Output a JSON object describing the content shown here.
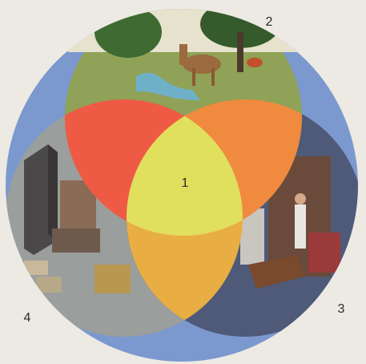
{
  "labels": {
    "center": "1",
    "top_right": "2",
    "bottom_right": "3",
    "bottom_left": "4"
  },
  "colors": {
    "paper": "#eceae3",
    "outer_circle": "#7b99cf",
    "nature_scene": "#8fa257",
    "city_scene": "#9a9e9c",
    "interior_scene": "#4f5a78",
    "overlap_red": "#ef5a45",
    "overlap_orange": "#f08a3e",
    "overlap_amber": "#e9ae43",
    "center_yellow": "#e0df5e",
    "label_text": "#2a2a2a"
  }
}
